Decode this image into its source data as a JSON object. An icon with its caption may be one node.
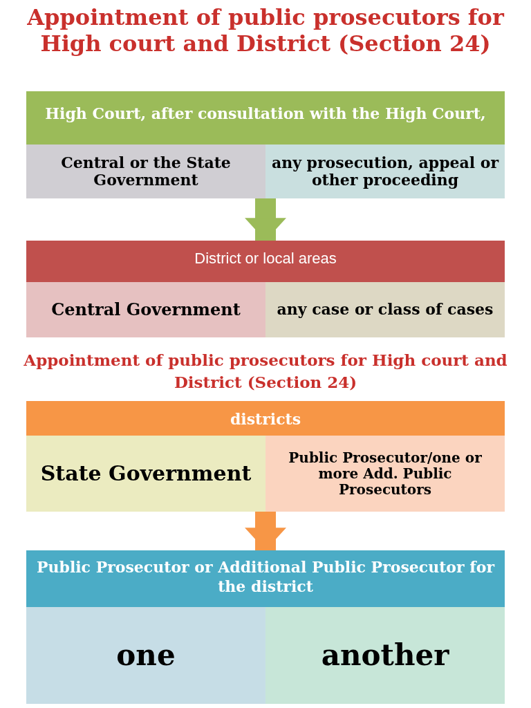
{
  "diagram": {
    "title": "Appointment of public prosecutors for High court and District (Section 24)",
    "nodes": [
      {
        "text": [
          "High Court, after consultation with the High Court,"
        ]
      },
      {
        "text": [
          "Central or the State Government"
        ],
        "in": 0
      },
      {
        "text": [
          "any prosecution, appeal or other proceeding"
        ],
        "in": 0
      },
      {
        "text": [
          "District or local areas"
        ]
      },
      {
        "text": [
          "Central Government"
        ],
        "in": 3
      },
      {
        "text": [
          "any case or class of cases"
        ],
        "in": 3
      },
      {
        "text": [
          "districts"
        ]
      },
      {
        "text": [
          "State Government"
        ],
        "in": 6
      },
      {
        "text": [
          "Public Prosecutor/one or more Add. Public Prosecutors"
        ],
        "in": 6
      },
      {
        "text": [
          "Public Prosecutor or Additional Public Prosecutor for the district"
        ]
      },
      {
        "text": [
          "one"
        ],
        "in": 9
      },
      {
        "text": [
          "another"
        ],
        "in": 9
      }
    ],
    "edges": [
      {
        "from": 0,
        "to": 3,
        "arrow": "to",
        "color": "#9bbb59"
      },
      {
        "from": 6,
        "to": 9,
        "arrow": "to",
        "color": "#f79646"
      }
    ],
    "labels": [
      "Appointment of public prosecutors for High court and District (Section 24)"
    ]
  }
}
